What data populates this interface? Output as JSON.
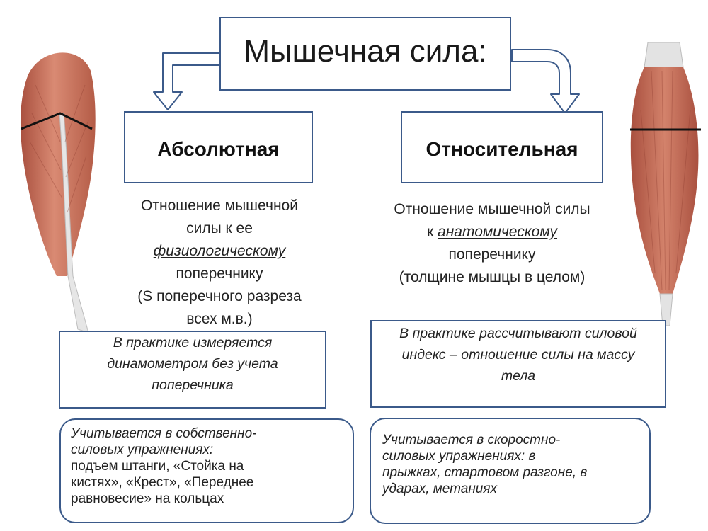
{
  "title": "Мышечная сила:",
  "absolute": {
    "label": "Абсолютная",
    "desc_line1": "Отношение мышечной",
    "desc_line2": "силы к ее",
    "desc_emph": "физиологическому",
    "desc_line4": "поперечнику",
    "desc_line5": "(S поперечного разреза",
    "desc_line6": "всех м.в.)",
    "practice_line1": "В практике измеряется",
    "practice_line2": "динамометром без учета",
    "practice_line3": "поперечника",
    "usage_line1": "Учитывается  в собственно-",
    "usage_line2": "силовых упражнениях:",
    "usage_line3": "подъем штанги, «Стойка на",
    "usage_line4": "кистях», «Крест», «Переднее",
    "usage_line5": "равновесие» на кольцах"
  },
  "relative": {
    "label": "Относительная",
    "desc_line1": "Отношение мышечной силы",
    "desc_prefix": "к ",
    "desc_emph": "анатомическому",
    "desc_line3": "поперечнику",
    "desc_line4": "(толщине мышцы в целом)",
    "practice_line1": "В практике рассчитывают силовой",
    "practice_line2": "индекс – отношение силы на массу",
    "practice_line3": "тела",
    "usage_line1": "Учитывается  в скоростно-",
    "usage_line2": "силовых упражнениях: в",
    "usage_line3": "прыжках, стартовом разгоне, в",
    "usage_line4": "ударах, метаниях"
  },
  "colors": {
    "border": "#3b5a8a",
    "muscle": "#c8705a",
    "tendon": "#d8d8d8"
  },
  "illustrations": {
    "left": "pennate-muscle-illustration",
    "right": "fusiform-muscle-illustration"
  }
}
